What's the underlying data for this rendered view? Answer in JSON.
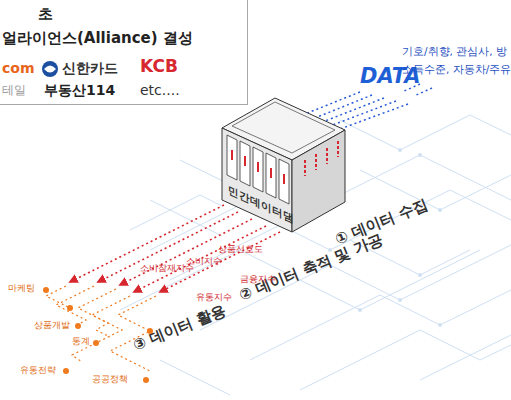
{
  "diagram": {
    "nodes": [
      {
        "text": [
          "초",
          "얼라이언스(Alliance) 결성",
          "com",
          "신한카드",
          "KCB",
          "테일",
          "부동산114",
          "etc...."
        ]
      },
      {
        "text": [
          "민간데이터댐"
        ]
      }
    ],
    "labels": [
      "DATA",
      "기호/취향, 관심사, 방",
      "소득수준, 자동차/주유",
      "① 데이터 수집",
      "② 데이터 축적 및 가공",
      "③ 데이터 활용",
      "상품선호도",
      "소비지수",
      "소비잠재지수",
      "금융지수",
      "유통지수",
      "마케팅",
      "상품개발",
      "통계",
      "유통전략",
      "공공정책"
    ]
  }
}
